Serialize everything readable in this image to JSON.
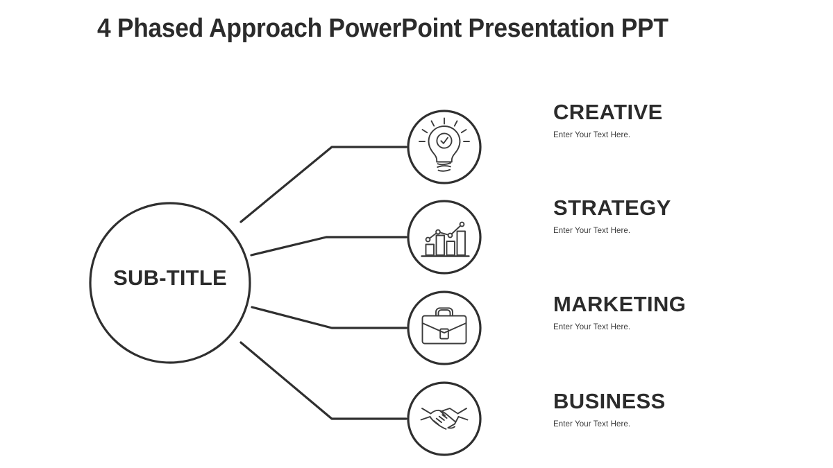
{
  "slide": {
    "title": "4 Phased Approach PowerPoint Presentation PPT",
    "background_color": "#ffffff",
    "ink_color": "#2b2b2b"
  },
  "hub": {
    "label": "SUB-TITLE",
    "shape": "circle"
  },
  "items": [
    {
      "heading": "CREATIVE",
      "body": "Enter Your Text Here.",
      "icon": "lightbulb-check-icon"
    },
    {
      "heading": "STRATEGY",
      "body": "Enter Your Text Here.",
      "icon": "bar-chart-growth-icon"
    },
    {
      "heading": "MARKETING",
      "body": "Enter Your Text Here.",
      "icon": "briefcase-icon"
    },
    {
      "heading": "BUSINESS",
      "body": "Enter Your Text Here.",
      "icon": "handshake-icon"
    }
  ]
}
